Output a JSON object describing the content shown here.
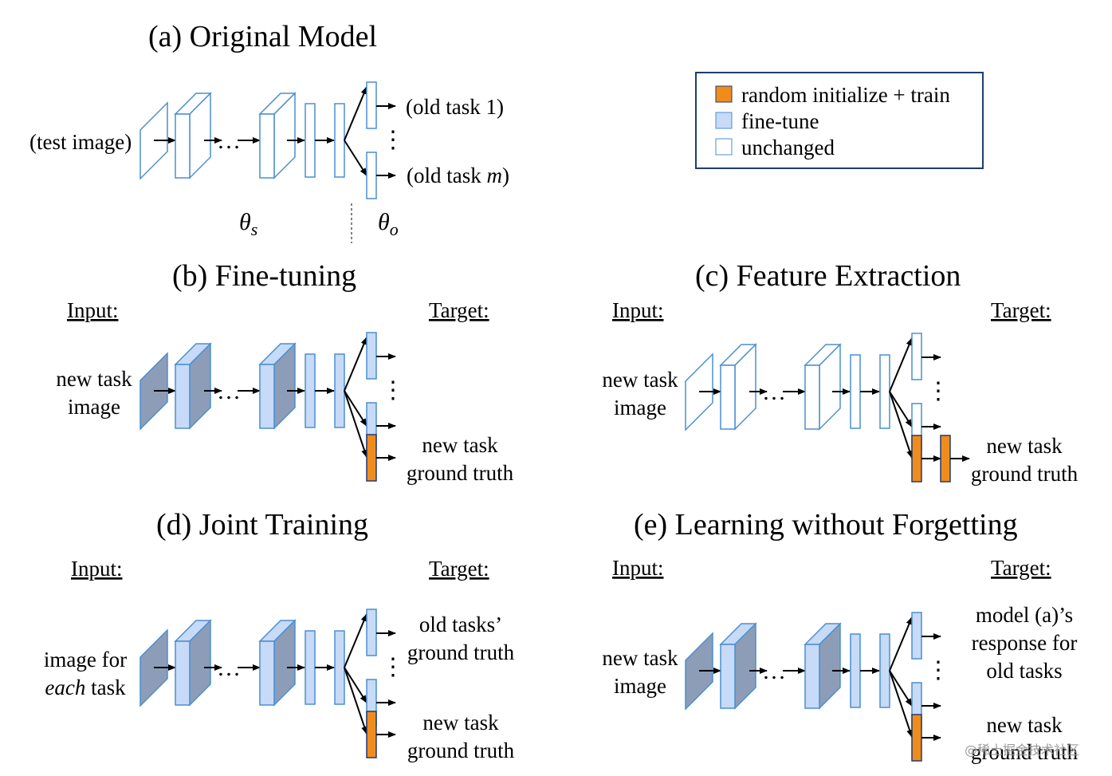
{
  "colors": {
    "unchanged_fill": "#ffffff",
    "finetune_fill": "#c7daf7",
    "dark_fill": "#8d9db8",
    "orange_fill": "#f08c1c",
    "stroke": "#4a8fd0",
    "legend_border": "#1f3b73"
  },
  "legend": {
    "items": [
      {
        "label": "random initialize + train",
        "fill": "#f08c1c"
      },
      {
        "label": "fine-tune",
        "fill": "#c7daf7"
      },
      {
        "label": "unchanged",
        "fill": "#ffffff"
      }
    ]
  },
  "panel_a": {
    "title": "(a) Original Model",
    "input_label": "(test image)",
    "output_1_prefix": "(old task 1)",
    "output_m_prefix": "(old task ",
    "output_m_var": "m",
    "output_m_suffix": ")",
    "theta_s_main": "θ",
    "theta_s_sub": "s",
    "theta_o_main": "θ",
    "theta_o_sub": "o",
    "dots": "…",
    "vdots": "⋮"
  },
  "panel_b": {
    "title": "(b) Fine-tuning",
    "input_header": "Input:",
    "target_header": "Target:",
    "input_line1": "new task",
    "input_line2": "image",
    "target_line1": "new task",
    "target_line2": "ground truth"
  },
  "panel_c": {
    "title": "(c) Feature Extraction",
    "input_header": "Input:",
    "target_header": "Target:",
    "input_line1": "new task",
    "input_line2": "image",
    "target_line1": "new task",
    "target_line2": "ground truth"
  },
  "panel_d": {
    "title": "(d) Joint Training",
    "input_header": "Input:",
    "target_header": "Target:",
    "input_line1": "image for",
    "input_line2_italic": "each",
    "input_line2_rest": " task",
    "target_old_line1": "old tasks’",
    "target_old_line2": "ground truth",
    "target_new_line1": "new task",
    "target_new_line2": "ground truth"
  },
  "panel_e": {
    "title": "(e) Learning without Forgetting",
    "input_header": "Input:",
    "target_header": "Target:",
    "input_line1": "new task",
    "input_line2": "image",
    "target_old_line1": "model (a)’s",
    "target_old_line2": "response for",
    "target_old_line3": "old tasks",
    "target_new_line1": "new task",
    "target_new_line2": "ground truth"
  },
  "watermark": {
    "text": "@稀土掘金技术社区"
  }
}
